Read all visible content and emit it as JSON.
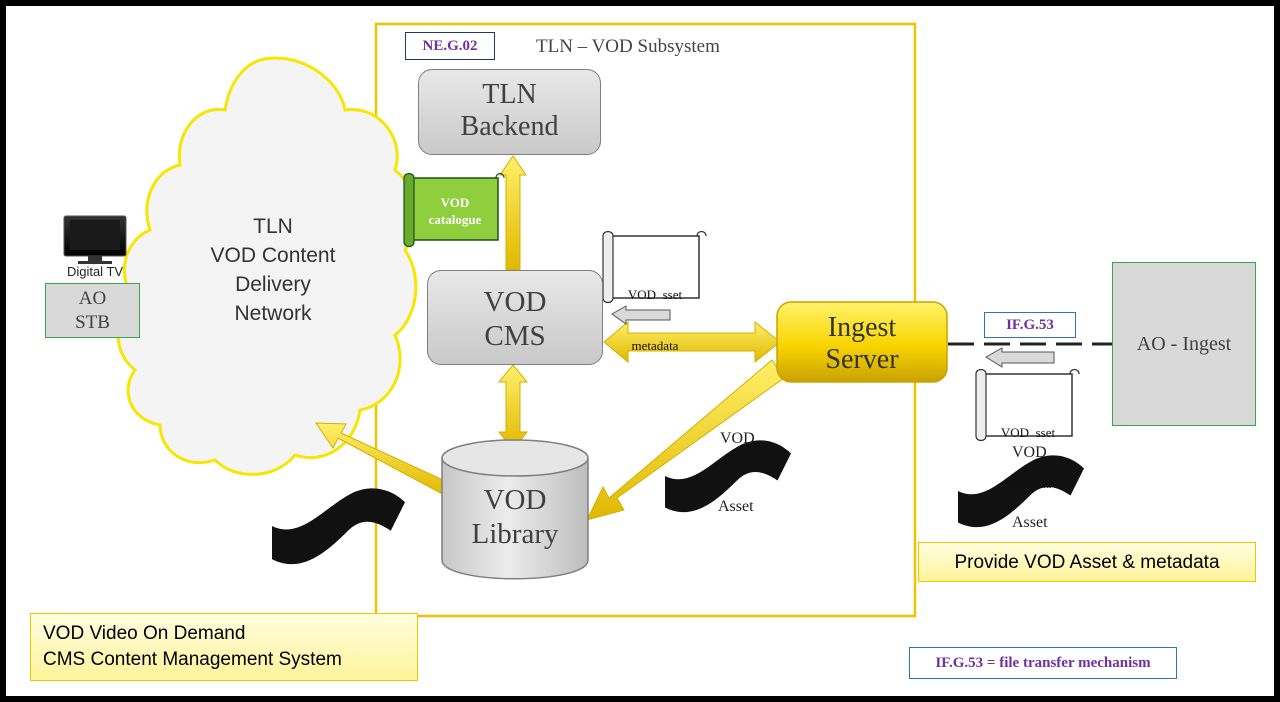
{
  "subsystem": {
    "tag": "NE.G.02",
    "title": "TLN – VOD Subsystem"
  },
  "backend": {
    "line1": "TLN",
    "line2": "Backend"
  },
  "cms": {
    "line1": "VOD",
    "line2": "CMS"
  },
  "library": {
    "line1": "VOD",
    "line2": "Library"
  },
  "ingest_server": {
    "line1": "Ingest",
    "line2": "Server"
  },
  "catalogue": {
    "line1": "VOD",
    "line2": "catalogue"
  },
  "metadata_inner": {
    "line1": "VOD  sset",
    "line2": "metadata"
  },
  "metadata_outer": {
    "line1": "VOD  sset",
    "line2": "metadata"
  },
  "cloud": {
    "line1": "TLN",
    "line2": "VOD Content",
    "line3": "Delivery",
    "line4": "Network"
  },
  "tv": {
    "label": "Digital TV"
  },
  "stb": {
    "line1": "AO",
    "line2": "STB"
  },
  "ao_ingest": {
    "label": "AO - Ingest"
  },
  "interface": {
    "tag": "IF.G.53"
  },
  "asset_inner": {
    "top": "VOD",
    "bottom": "Asset"
  },
  "asset_outer": {
    "top": "VOD",
    "bottom": "Asset"
  },
  "provide_note": {
    "text": "Provide VOD Asset & metadata"
  },
  "legend": {
    "line1": "VOD Video On Demand",
    "line2": "CMS Content Management System"
  },
  "definition": {
    "text": "IF.G.53 = file transfer mechanism"
  },
  "colors": {
    "accent_yellow": "#f5cc00",
    "catalogue_green": "#8fce3c",
    "ao_border": "#3aa84a",
    "subsystem_border": "#f2c200"
  }
}
